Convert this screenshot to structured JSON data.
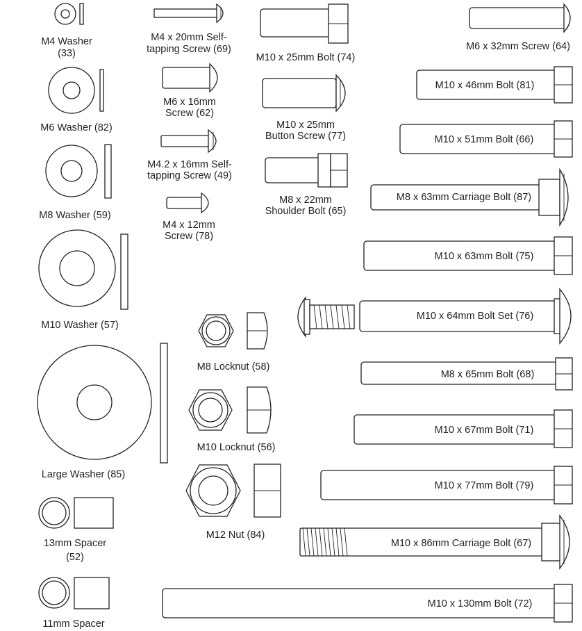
{
  "colors": {
    "stroke": "#231f20",
    "background": "#ffffff"
  },
  "washers": {
    "m4": {
      "line1": "M4 Washer",
      "line2": "(33)"
    },
    "m6": {
      "line1": "M6 Washer (82)"
    },
    "m8": {
      "line1": "M8 Washer (59)"
    },
    "m10": {
      "line1": "M10 Washer (57)"
    },
    "large": {
      "line1": "Large Washer (85)"
    }
  },
  "spacers": {
    "s13": {
      "line1": "13mm Spacer",
      "line2": "(52)"
    },
    "s11": {
      "line1": "11mm Spacer"
    }
  },
  "screws": {
    "m4x20": {
      "line1": "M4 x 20mm Self-",
      "line2": "tapping Screw (69)"
    },
    "m6x16": {
      "line1": "M6 x 16mm",
      "line2": "Screw (62)"
    },
    "m42x16": {
      "line1": "M4.2 x 16mm Self-",
      "line2": "tapping Screw (49)"
    },
    "m4x12": {
      "line1": "M4 x 12mm",
      "line2": "Screw (78)"
    }
  },
  "small_bolts": {
    "m10x25": {
      "line1": "M10 x 25mm Bolt (74)"
    },
    "m10x25b": {
      "line1": "M10 x 25mm",
      "line2": "Button Screw (77)"
    },
    "m8x22": {
      "line1": "M8 x 22mm",
      "line2": "Shoulder Bolt (65)"
    }
  },
  "nuts": {
    "m8lock": {
      "line1": "M8 Locknut (58)"
    },
    "m10lock": {
      "line1": "M10 Locknut (56)"
    },
    "m12": {
      "line1": "M12 Nut (84)"
    }
  },
  "long_bolts": {
    "m6x32": "M6 x 32mm Screw (64)",
    "m10x46": "M10 x 46mm Bolt (81)",
    "m10x51": "M10 x 51mm Bolt (66)",
    "m8x63c": "M8 x 63mm Carriage Bolt (87)",
    "m10x63": "M10 x 63mm Bolt (75)",
    "m10x64set": "M10 x 64mm Bolt Set (76)",
    "m8x65": "M8 x 65mm Bolt (68)",
    "m10x67": "M10 x 67mm Bolt (71)",
    "m10x77": "M10 x 77mm Bolt (79)",
    "m10x86c": "M10 x 86mm Carriage Bolt (67)",
    "m10x130": "M10 x 130mm Bolt (72)"
  }
}
